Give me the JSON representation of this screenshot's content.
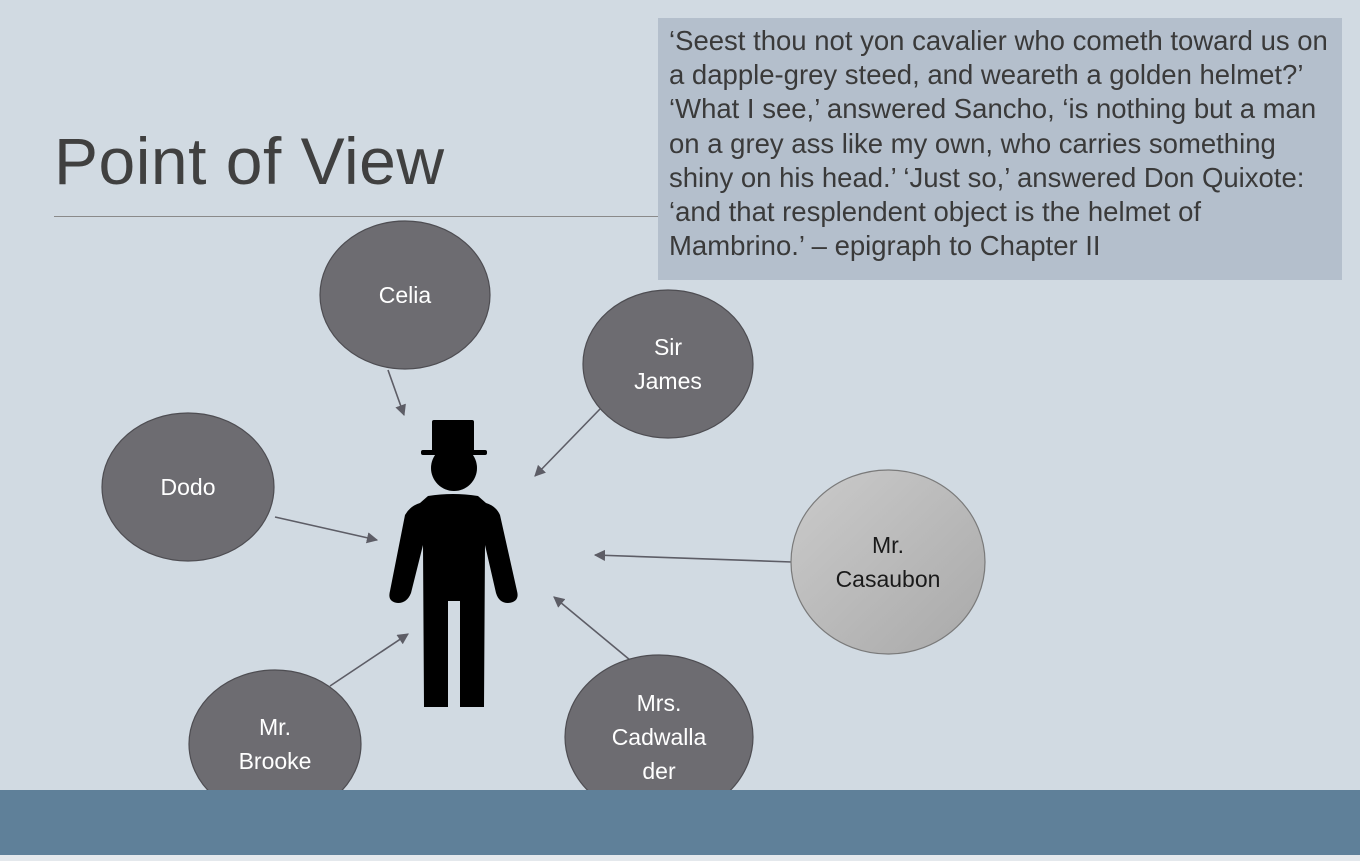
{
  "slide": {
    "title": "Point of View",
    "quote": "‘Seest thou not yon cavalier who cometh toward us on a dapple-grey steed, and weareth a golden helmet?’ ‘What I see,’ answered Sancho, ‘is nothing but a man on a grey ass like my own, who carries something shiny on his head.’ ‘Just so,’ answered Don Quixote: ‘and that resplendent object is the helmet of Mambrino.’ – epigraph to Chapter II"
  },
  "diagram": {
    "center_icon": "man-in-top-hat-icon",
    "nodes": [
      {
        "id": "celia",
        "lines": [
          "Celia"
        ],
        "highlight": false
      },
      {
        "id": "sir-james",
        "lines": [
          "Sir",
          "James"
        ],
        "highlight": false
      },
      {
        "id": "dodo",
        "lines": [
          "Dodo"
        ],
        "highlight": false
      },
      {
        "id": "mr-casaubon",
        "lines": [
          "Mr.",
          "Casaubon"
        ],
        "highlight": true
      },
      {
        "id": "mr-brooke",
        "lines": [
          "Mr.",
          "Brooke"
        ],
        "highlight": false
      },
      {
        "id": "mrs-cadwallader",
        "lines": [
          "Mrs.",
          "Cadwalla",
          "der"
        ],
        "highlight": false
      }
    ],
    "colors": {
      "node_fill": "#6d6c71",
      "node_stroke": "#4e4d52",
      "highlight_fill_light": "#cbcbcb",
      "highlight_fill_dark": "#a9a9a9",
      "arrow": "#5d5d66"
    }
  }
}
